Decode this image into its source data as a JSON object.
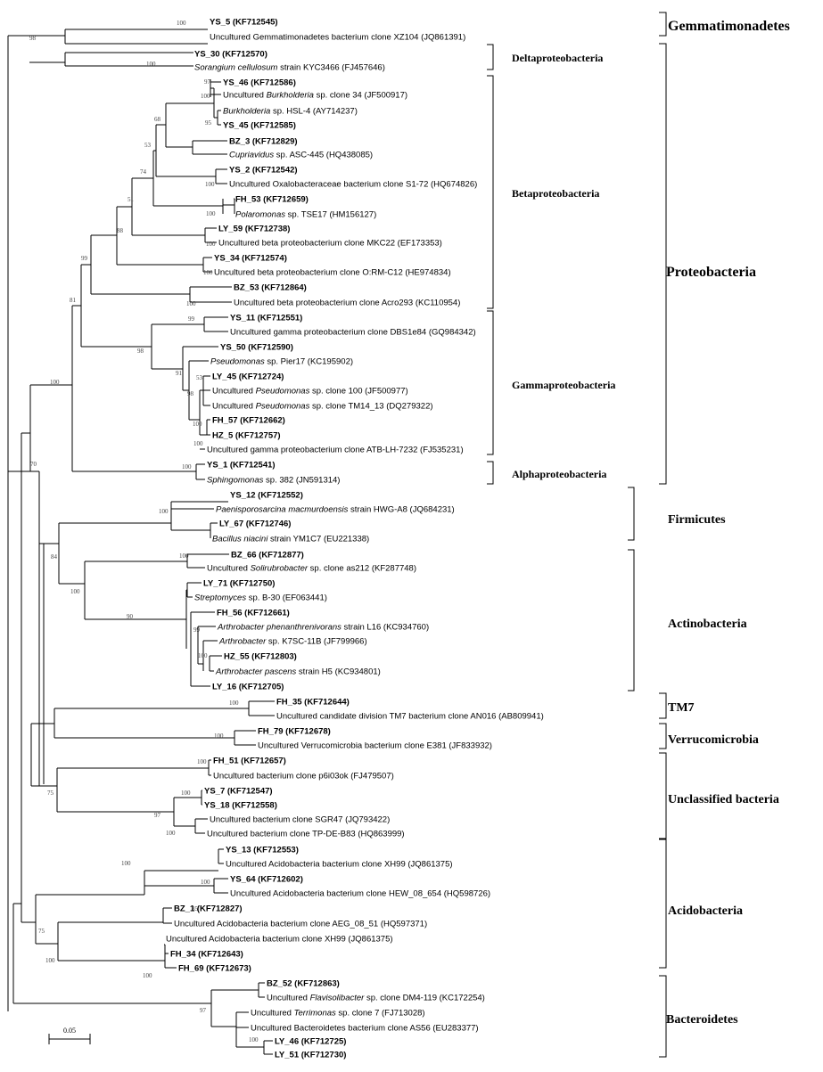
{
  "tree": {
    "leaves": [
      {
        "id": "t1",
        "parts": [
          {
            "t": "YS_5 (KF712545)",
            "b": true
          }
        ]
      },
      {
        "id": "t2",
        "parts": [
          {
            "t": "Uncultured Gemmatimonadetes bacterium clone XZ104 (JQ861391)"
          }
        ]
      },
      {
        "id": "t3",
        "parts": [
          {
            "t": "YS_30 (KF712570)",
            "b": true
          }
        ]
      },
      {
        "id": "t4",
        "parts": [
          {
            "t": "Sorangium cellulosum",
            "i": true
          },
          {
            "t": " strain KYC3466 (FJ457646)"
          }
        ]
      },
      {
        "id": "t5",
        "parts": [
          {
            "t": "YS_46 (KF712586)",
            "b": true
          }
        ]
      },
      {
        "id": "t6",
        "parts": [
          {
            "t": "Uncultured "
          },
          {
            "t": "Burkholderia",
            "i": true
          },
          {
            "t": " sp. clone 34 (JF500917)"
          }
        ]
      },
      {
        "id": "t7",
        "parts": [
          {
            "t": "Burkholderia",
            "i": true
          },
          {
            "t": " sp. HSL-4 (AY714237)"
          }
        ]
      },
      {
        "id": "t8",
        "parts": [
          {
            "t": "YS_45 (KF712585)",
            "b": true
          }
        ]
      },
      {
        "id": "t9",
        "parts": [
          {
            "t": "BZ_3 (KF712829)",
            "b": true
          }
        ]
      },
      {
        "id": "t10",
        "parts": [
          {
            "t": "Cupriavidus",
            "i": true
          },
          {
            "t": " sp. ASC-445 (HQ438085)"
          }
        ]
      },
      {
        "id": "t11",
        "parts": [
          {
            "t": "YS_2 (KF712542)",
            "b": true
          }
        ]
      },
      {
        "id": "t12",
        "parts": [
          {
            "t": "Uncultured Oxalobacteraceae bacterium clone S1-72 (HQ674826)"
          }
        ]
      },
      {
        "id": "t13",
        "parts": [
          {
            "t": "FH_53 (KF712659)",
            "b": true
          }
        ]
      },
      {
        "id": "t14",
        "parts": [
          {
            "t": "Polaromonas",
            "i": true
          },
          {
            "t": " sp. TSE17 (HM156127)"
          }
        ]
      },
      {
        "id": "t15",
        "parts": [
          {
            "t": "LY_59 (KF712738)",
            "b": true
          }
        ]
      },
      {
        "id": "t16",
        "parts": [
          {
            "t": "Uncultured beta proteobacterium clone MKC22 (EF173353)"
          }
        ]
      },
      {
        "id": "t17",
        "parts": [
          {
            "t": "YS_34 (KF712574)",
            "b": true
          }
        ]
      },
      {
        "id": "t18",
        "parts": [
          {
            "t": "Uncultured beta proteobacterium clone O:RM-C12 (HE974834)"
          }
        ]
      },
      {
        "id": "t19",
        "parts": [
          {
            "t": "BZ_53 (KF712864)",
            "b": true
          }
        ]
      },
      {
        "id": "t20",
        "parts": [
          {
            "t": "Uncultured beta proteobacterium clone Acro293 (KC110954)"
          }
        ]
      },
      {
        "id": "t21",
        "parts": [
          {
            "t": "YS_11 (KF712551)",
            "b": true
          }
        ]
      },
      {
        "id": "t22",
        "parts": [
          {
            "t": "Uncultured gamma proteobacterium clone DBS1e84 (GQ984342)"
          }
        ]
      },
      {
        "id": "t23",
        "parts": [
          {
            "t": "YS_50 (KF712590)",
            "b": true
          }
        ]
      },
      {
        "id": "t24",
        "parts": [
          {
            "t": "Pseudomonas",
            "i": true
          },
          {
            "t": " sp. Pier17 (KC195902)"
          }
        ]
      },
      {
        "id": "t25",
        "parts": [
          {
            "t": "LY_45 (KF712724)",
            "b": true
          }
        ]
      },
      {
        "id": "t26",
        "parts": [
          {
            "t": "Uncultured "
          },
          {
            "t": "Pseudomonas",
            "i": true
          },
          {
            "t": " sp. clone 100 (JF500977)"
          }
        ]
      },
      {
        "id": "t27",
        "parts": [
          {
            "t": "Uncultured "
          },
          {
            "t": "Pseudomonas",
            "i": true
          },
          {
            "t": " sp. clone TM14_13 (DQ279322)"
          }
        ]
      },
      {
        "id": "t28",
        "parts": [
          {
            "t": "FH_57 (KF712662)",
            "b": true
          }
        ]
      },
      {
        "id": "t29",
        "parts": [
          {
            "t": "HZ_5 (KF712757)",
            "b": true
          }
        ]
      },
      {
        "id": "t30",
        "parts": [
          {
            "t": "Uncultured gamma proteobacterium clone ATB-LH-7232 (FJ535231)"
          }
        ]
      },
      {
        "id": "t31",
        "parts": [
          {
            "t": "YS_1 (KF712541)",
            "b": true
          }
        ]
      },
      {
        "id": "t32",
        "parts": [
          {
            "t": "Sphingomonas",
            "i": true
          },
          {
            "t": " sp. 382 (JN591314)"
          }
        ]
      },
      {
        "id": "t33",
        "parts": [
          {
            "t": "YS_12 (KF712552)",
            "b": true
          }
        ]
      },
      {
        "id": "t34",
        "parts": [
          {
            "t": "Paenisporosarcina macmurdoensis",
            "i": true
          },
          {
            "t": " strain HWG-A8 (JQ684231)"
          }
        ]
      },
      {
        "id": "t35",
        "parts": [
          {
            "t": "LY_67 (KF712746)",
            "b": true
          }
        ]
      },
      {
        "id": "t36",
        "parts": [
          {
            "t": "Bacillus niacini",
            "i": true
          },
          {
            "t": " strain YM1C7 (EU221338)"
          }
        ]
      },
      {
        "id": "t37",
        "parts": [
          {
            "t": "BZ_66 (KF712877)",
            "b": true
          }
        ]
      },
      {
        "id": "t38",
        "parts": [
          {
            "t": "Uncultured "
          },
          {
            "t": "Solirubrobacter",
            "i": true
          },
          {
            "t": " sp. clone as212 (KF287748)"
          }
        ]
      },
      {
        "id": "t39",
        "parts": [
          {
            "t": "LY_71 (KF712750)",
            "b": true
          }
        ]
      },
      {
        "id": "t40",
        "parts": [
          {
            "t": "Streptomyces",
            "i": true
          },
          {
            "t": " sp. B-30 (EF063441)"
          }
        ]
      },
      {
        "id": "t41",
        "parts": [
          {
            "t": "FH_56 (KF712661)",
            "b": true
          }
        ]
      },
      {
        "id": "t42",
        "parts": [
          {
            "t": "Arthrobacter phenanthrenivorans",
            "i": true
          },
          {
            "t": " strain L16 (KC934760)"
          }
        ]
      },
      {
        "id": "t43",
        "parts": [
          {
            "t": "Arthrobacter",
            "i": true
          },
          {
            "t": " sp. K7SC-11B (JF799966)"
          }
        ]
      },
      {
        "id": "t44",
        "parts": [
          {
            "t": "HZ_55 (KF712803)",
            "b": true
          }
        ]
      },
      {
        "id": "t45",
        "parts": [
          {
            "t": "Arthrobacter pascens",
            "i": true
          },
          {
            "t": " strain H5 (KC934801)"
          }
        ]
      },
      {
        "id": "t46",
        "parts": [
          {
            "t": "LY_16 (KF712705)",
            "b": true
          }
        ]
      },
      {
        "id": "t47",
        "parts": [
          {
            "t": "FH_35 (KF712644)",
            "b": true
          }
        ]
      },
      {
        "id": "t48",
        "parts": [
          {
            "t": "Uncultured candidate division TM7 bacterium clone AN016 (AB809941)"
          }
        ]
      },
      {
        "id": "t49",
        "parts": [
          {
            "t": "FH_79 (KF712678)",
            "b": true
          }
        ]
      },
      {
        "id": "t50",
        "parts": [
          {
            "t": "Uncultured Verrucomicrobia bacterium clone E381 (JF833932)"
          }
        ]
      },
      {
        "id": "t51",
        "parts": [
          {
            "t": "FH_51 (KF712657)",
            "b": true
          }
        ]
      },
      {
        "id": "t52",
        "parts": [
          {
            "t": "Uncultured bacterium clone p6i03ok (FJ479507)"
          }
        ]
      },
      {
        "id": "t53",
        "parts": [
          {
            "t": "YS_7 (KF712547)",
            "b": true
          }
        ]
      },
      {
        "id": "t54",
        "parts": [
          {
            "t": "YS_18 (KF712558)",
            "b": true
          }
        ]
      },
      {
        "id": "t55",
        "parts": [
          {
            "t": "Uncultured bacterium clone SGR47 (JQ793422)"
          }
        ]
      },
      {
        "id": "t56",
        "parts": [
          {
            "t": "Uncultured bacterium clone TP-DE-B83 (HQ863999)"
          }
        ]
      },
      {
        "id": "t57",
        "parts": [
          {
            "t": "YS_13 (KF712553)",
            "b": true
          }
        ]
      },
      {
        "id": "t58",
        "parts": [
          {
            "t": "Uncultured Acidobacteria bacterium clone XH99 (JQ861375)"
          }
        ]
      },
      {
        "id": "t59",
        "parts": [
          {
            "t": "YS_64 (KF712602)",
            "b": true
          }
        ]
      },
      {
        "id": "t60",
        "parts": [
          {
            "t": "Uncultured Acidobacteria bacterium clone HEW_08_654 (HQ598726)"
          }
        ]
      },
      {
        "id": "t61",
        "parts": [
          {
            "t": "BZ_1 (KF712827)",
            "b": true
          }
        ]
      },
      {
        "id": "t62",
        "parts": [
          {
            "t": "Uncultured Acidobacteria bacterium clone AEG_08_51 (HQ597371)"
          }
        ]
      },
      {
        "id": "t63",
        "parts": [
          {
            "t": "Uncultured Acidobacteria bacterium clone XH99 (JQ861375)"
          }
        ]
      },
      {
        "id": "t64",
        "parts": [
          {
            "t": "FH_34 (KF712643)",
            "b": true
          }
        ]
      },
      {
        "id": "t65",
        "parts": [
          {
            "t": "FH_69 (KF712673)",
            "b": true
          }
        ]
      },
      {
        "id": "t66",
        "parts": [
          {
            "t": "BZ_52 (KF712863)",
            "b": true
          }
        ]
      },
      {
        "id": "t67",
        "parts": [
          {
            "t": "Uncultured "
          },
          {
            "t": "Flavisolibacter",
            "i": true
          },
          {
            "t": " sp. clone DM4-119 (KC172254)"
          }
        ]
      },
      {
        "id": "t68",
        "parts": [
          {
            "t": "Uncultured "
          },
          {
            "t": "Terrimonas",
            "i": true
          },
          {
            "t": " sp. clone 7 (FJ713028)"
          }
        ]
      },
      {
        "id": "t69",
        "parts": [
          {
            "t": "Uncultured Bacteroidetes bacterium clone AS56 (EU283377)"
          }
        ]
      },
      {
        "id": "t70",
        "parts": [
          {
            "t": "LY_46 (KF712725)",
            "b": true
          }
        ]
      },
      {
        "id": "t71",
        "parts": [
          {
            "t": "LY_51 (KF712730)",
            "b": true
          }
        ]
      }
    ],
    "bootstrap": [
      {
        "id": "b1",
        "value": "100"
      },
      {
        "id": "b2",
        "value": "98"
      },
      {
        "id": "b3",
        "value": "100"
      },
      {
        "id": "b4",
        "value": "97"
      },
      {
        "id": "b5",
        "value": "100"
      },
      {
        "id": "b6",
        "value": "95"
      },
      {
        "id": "b7",
        "value": "68"
      },
      {
        "id": "b8",
        "value": "53"
      },
      {
        "id": "b9",
        "value": "100"
      },
      {
        "id": "b10",
        "value": "74"
      },
      {
        "id": "b11",
        "value": "51"
      },
      {
        "id": "b12",
        "value": "88"
      },
      {
        "id": "b13",
        "value": "100"
      },
      {
        "id": "b14",
        "value": "100"
      },
      {
        "id": "b15",
        "value": "99"
      },
      {
        "id": "b16",
        "value": "81"
      },
      {
        "id": "b17",
        "value": "100"
      },
      {
        "id": "b18",
        "value": "100"
      },
      {
        "id": "b19",
        "value": "99"
      },
      {
        "id": "b20",
        "value": "98"
      },
      {
        "id": "b21",
        "value": "91"
      },
      {
        "id": "b22",
        "value": "98"
      },
      {
        "id": "b23",
        "value": "53"
      },
      {
        "id": "b24",
        "value": "100"
      },
      {
        "id": "b25",
        "value": "100"
      },
      {
        "id": "b26",
        "value": "100"
      },
      {
        "id": "b27",
        "value": "100"
      },
      {
        "id": "b28",
        "value": "100"
      },
      {
        "id": "b29",
        "value": "100"
      },
      {
        "id": "b30",
        "value": "84"
      },
      {
        "id": "b31",
        "value": "100"
      },
      {
        "id": "b32",
        "value": "90"
      },
      {
        "id": "b33",
        "value": "99"
      },
      {
        "id": "b34",
        "value": "100"
      },
      {
        "id": "b35",
        "value": "70"
      },
      {
        "id": "b36",
        "value": "100"
      },
      {
        "id": "b37",
        "value": "100"
      },
      {
        "id": "b38",
        "value": "100"
      },
      {
        "id": "b39",
        "value": "75"
      },
      {
        "id": "b40",
        "value": "100"
      },
      {
        "id": "b41",
        "value": "97"
      },
      {
        "id": "b42",
        "value": "100"
      },
      {
        "id": "b43",
        "value": "100"
      },
      {
        "id": "b44",
        "value": "100"
      },
      {
        "id": "b45",
        "value": "85"
      },
      {
        "id": "b46",
        "value": "75"
      },
      {
        "id": "b47",
        "value": "100"
      },
      {
        "id": "b48",
        "value": "100"
      },
      {
        "id": "b49",
        "value": "97"
      },
      {
        "id": "b50",
        "value": "100"
      }
    ],
    "groups": [
      {
        "id": "g1",
        "name": "Gemmatimonadetes"
      },
      {
        "id": "g2",
        "name": "Deltaproteobacteria"
      },
      {
        "id": "g3",
        "name": "Betaproteobacteria"
      },
      {
        "id": "g4",
        "name": "Proteobacteria"
      },
      {
        "id": "g5",
        "name": "Gammaproteobacteria"
      },
      {
        "id": "g6",
        "name": "Alphaproteobacteria"
      },
      {
        "id": "g7",
        "name": "Firmicutes"
      },
      {
        "id": "g8",
        "name": "Actinobacteria"
      },
      {
        "id": "g9",
        "name": "TM7"
      },
      {
        "id": "g10",
        "name": "Verrucomicrobia"
      },
      {
        "id": "g11",
        "name": "Unclassified bacteria"
      },
      {
        "id": "g12",
        "name": "Acidobacteria"
      },
      {
        "id": "g13",
        "name": "Bacteroidetes"
      }
    ],
    "scale_bar": "0.05"
  }
}
